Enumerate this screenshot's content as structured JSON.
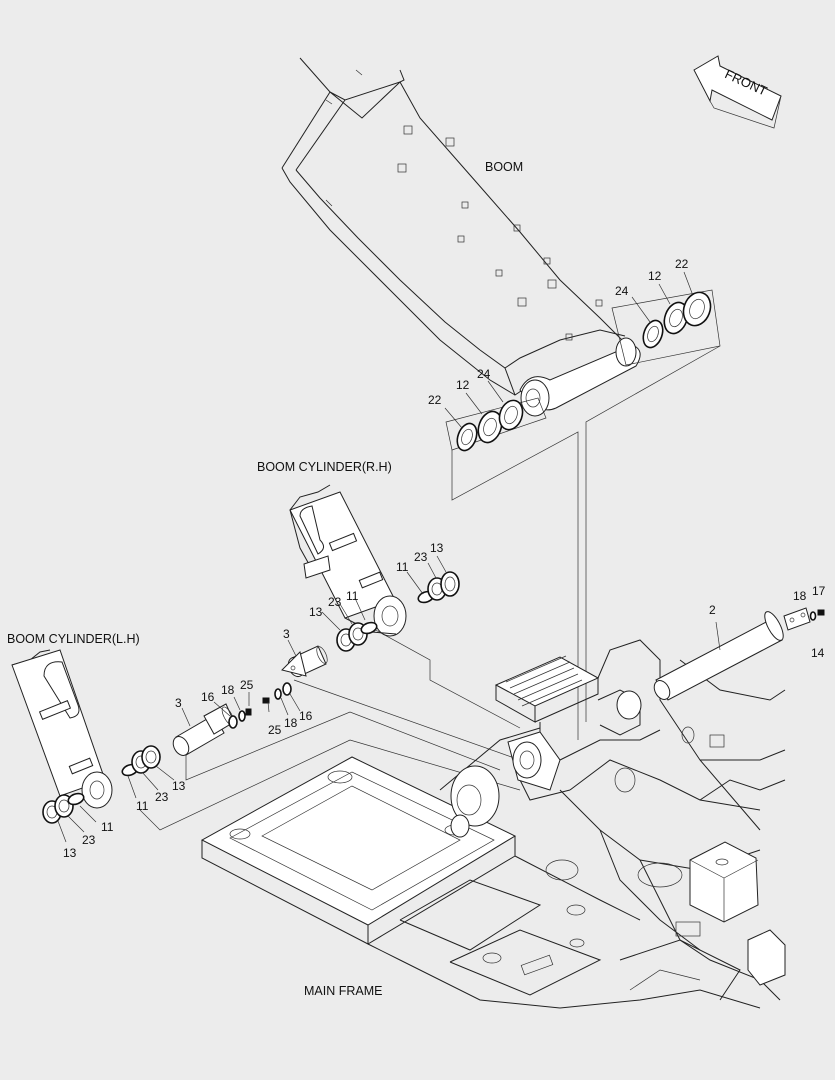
{
  "labels": {
    "boom": "BOOM",
    "cyl_rh": "BOOM CYLINDER(R.H)",
    "cyl_lh": "BOOM CYLINDER(L.H)",
    "main_frame": "MAIN FRAME",
    "front": "FRONT"
  },
  "callouts": {
    "top_right": [
      "24",
      "12",
      "22"
    ],
    "top_left": [
      "22",
      "12",
      "24"
    ],
    "rh": [
      "11",
      "23",
      "13",
      "13",
      "23",
      "11"
    ],
    "pins": [
      "3",
      "3",
      "16",
      "18",
      "25",
      "25",
      "18",
      "16"
    ],
    "lh": [
      "11",
      "23",
      "13",
      "13",
      "23",
      "11"
    ],
    "right": [
      "2",
      "18",
      "17",
      "14"
    ]
  }
}
